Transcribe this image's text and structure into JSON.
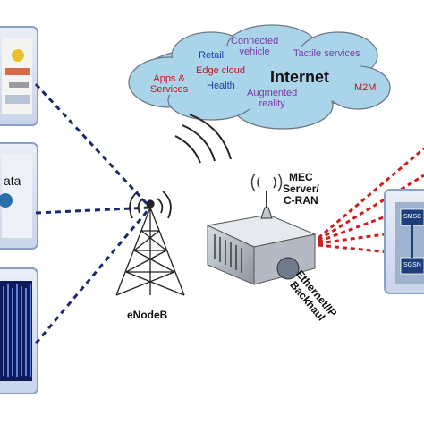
{
  "cloud": {
    "title": "Internet",
    "items": {
      "apps": "Apps &\nServices",
      "retail": "Retail",
      "edge": "Edge cloud",
      "health": "Health",
      "connected": "Connected\nvehicle",
      "tactile": "Tactile services",
      "augmented": "Augmented\nreality",
      "m2m": "M2M"
    }
  },
  "panels": {
    "middle_text": "ata"
  },
  "labels": {
    "enodeb": "eNodeB",
    "mec": "MEC\nServer/\nC-RAN",
    "backhaul": "Ethernet/IP\nBackhaul",
    "smsc": "SMSC",
    "sgsn": "SGSN"
  },
  "colors": {
    "cloud_fill": "#a9d4ea",
    "panel_border": "#8aa0c6",
    "left_link": "#1a2a6c",
    "right_link": "#cc1f1f",
    "text_purple": "#7a3aa8",
    "text_red": "#c4161c",
    "text_blue": "#1b3fa6"
  }
}
